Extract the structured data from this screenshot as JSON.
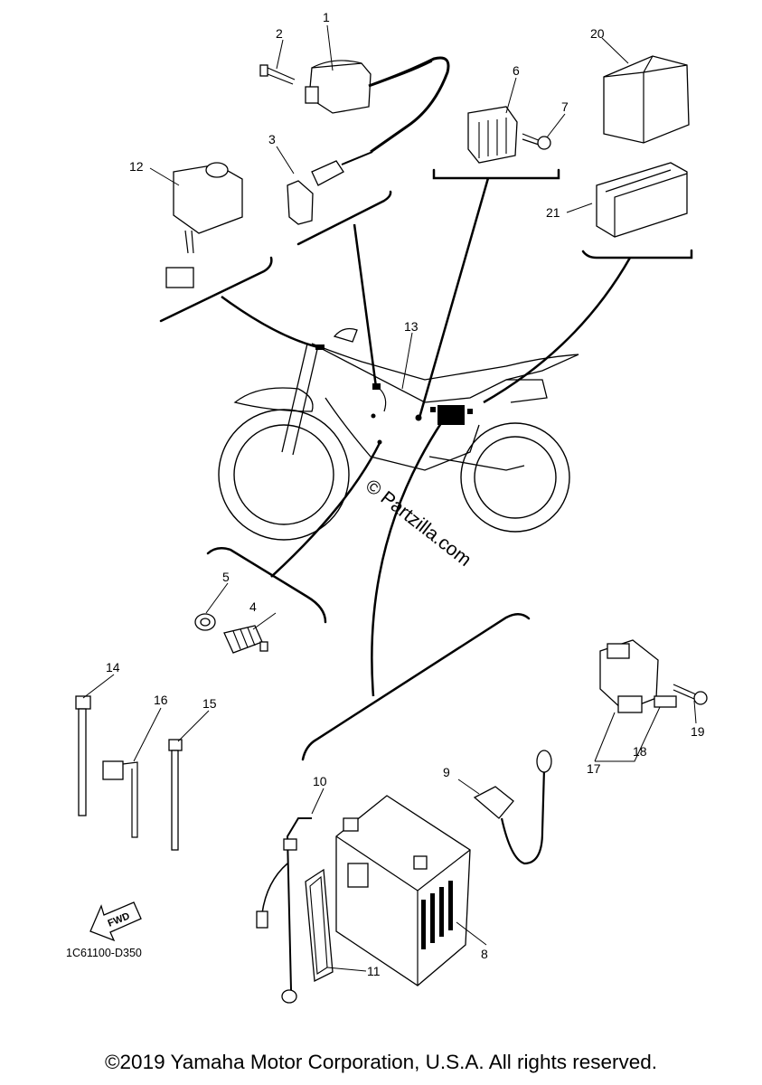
{
  "callouts": {
    "p1": "1",
    "p2": "2",
    "p3": "3",
    "p4": "4",
    "p5": "5",
    "p6": "6",
    "p7": "7",
    "p8": "8",
    "p9": "9",
    "p10": "10",
    "p11": "11",
    "p12": "12",
    "p13": "13",
    "p14": "14",
    "p15": "15",
    "p16": "16",
    "p17": "17",
    "p18": "18",
    "p19": "19",
    "p20": "20",
    "p21": "21"
  },
  "diagram_code": "1C61100-D350",
  "fwd_label": "FWD",
  "watermark": "© Partzilla.com",
  "copyright": "©2019 Yamaha Motor Corporation, U.S.A. All rights reserved."
}
